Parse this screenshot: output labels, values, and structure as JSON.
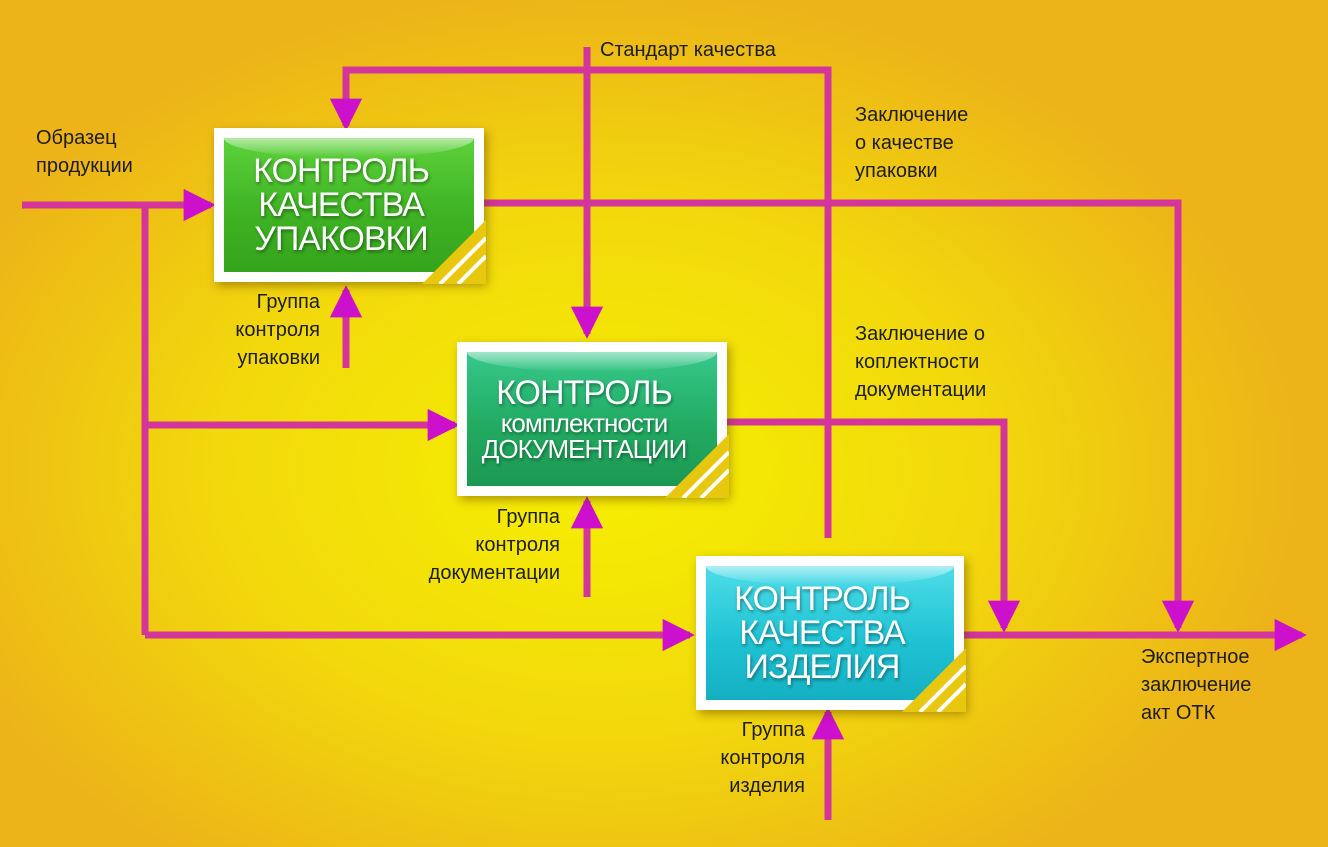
{
  "diagram": {
    "blocks": [
      {
        "id": "packaging",
        "title_lines": [
          "КОНТРОЛЬ",
          "КАЧЕСТВА",
          "УПАКОВКИ"
        ]
      },
      {
        "id": "documentation",
        "title_lines": [
          "КОНТРОЛЬ",
          "комплектности",
          "ДОКУМЕНТАЦИИ"
        ]
      },
      {
        "id": "product",
        "title_lines": [
          "КОНТРОЛЬ",
          "КАЧЕСТВА",
          "ИЗДЕЛИЯ"
        ]
      }
    ],
    "labels": {
      "input_sample": "Образец\nпродукции",
      "quality_standard": "Стандарт качества",
      "packaging_conclusion": "Заключение\nо качестве\nупаковки",
      "documentation_conclusion": "Заключение о\nкоплектности\nдокументации",
      "packaging_group": "Группа\nконтроля\nупаковки",
      "documentation_group": "Группа\nконтроля\nдокументации",
      "product_group": "Группа\nконтроля\nизделия",
      "expert_output": "Экспертное\nзаключение\nакт ОТК"
    },
    "colors": {
      "arrow": "#d4359a",
      "arrow_head": "#cc10cc",
      "packaging_block": "#45bd2a",
      "documentation_block": "#25ad66",
      "product_block": "#1fc3d4",
      "corner_stripe": "#e8c80e"
    }
  }
}
